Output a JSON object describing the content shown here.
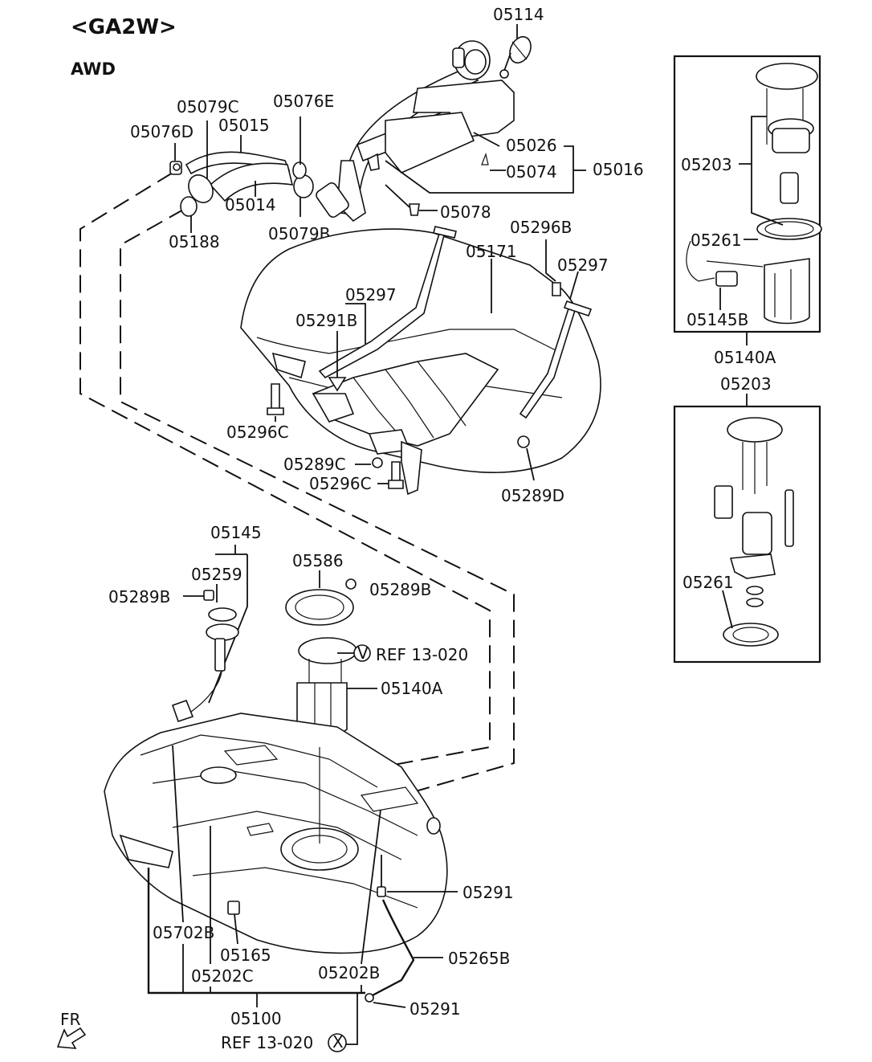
{
  "header": {
    "model": "<GA2W>",
    "variant": "AWD"
  },
  "labels": {
    "p05114": "05114",
    "p05079C": "05079C",
    "p05076E": "05076E",
    "p05076D": "05076D",
    "p05015": "05015",
    "p05014": "05014",
    "p05188": "05188",
    "p05079B": "05079B",
    "p05026": "05026",
    "p05074": "05074",
    "p05016": "05016",
    "p05078a": "05078",
    "p05078b": "05078",
    "p05296B": "05296B",
    "p05171": "05171",
    "p05297a": "05297",
    "p05297b": "05297",
    "p05291B": "05291B",
    "p05296Ca": "05296C",
    "p05296Cb": "05296C",
    "p05289C": "05289C",
    "p05289D": "05289D",
    "p05145": "05145",
    "p05259": "05259",
    "p05289Ba": "05289B",
    "p05289Bb": "05289B",
    "p05586": "05586",
    "ref13020v": "REF 13-020",
    "p05140A": "05140A",
    "p05291a": "05291",
    "p05291b": "05291",
    "p05702B": "05702B",
    "p05165": "05165",
    "p05202C": "05202C",
    "p05202B": "05202B",
    "p05265B": "05265B",
    "p05100": "05100",
    "ref13020x": "REF 13-020",
    "fr": "FR",
    "inset1_05203": "05203",
    "inset1_05261": "05261",
    "inset1_05145B": "05145B",
    "inset1_title": "05140A",
    "inset2_title": "05203",
    "inset2_05261": "05261"
  },
  "callouts": {
    "v": "V",
    "x": "X"
  }
}
